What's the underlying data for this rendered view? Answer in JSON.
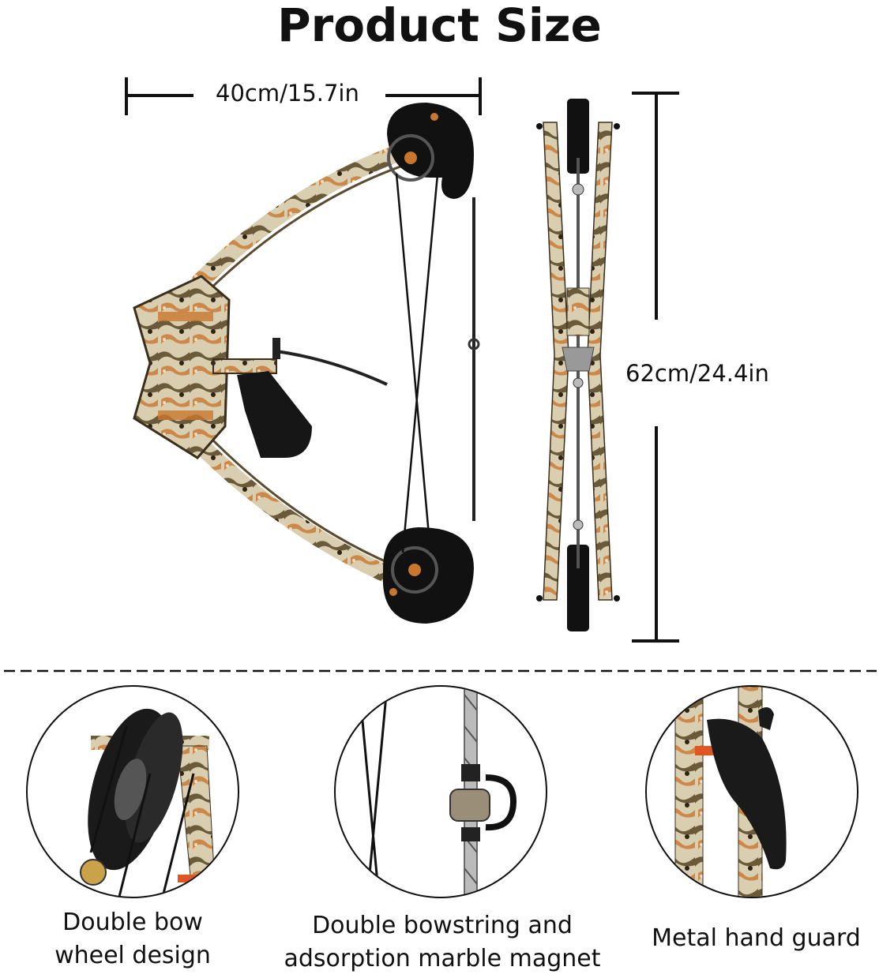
{
  "header": {
    "title": "Product Size"
  },
  "dimensions": {
    "width_label": "40cm/15.7in",
    "height_label": "62cm/24.4in"
  },
  "features": [
    {
      "caption_line1": "Double bow",
      "caption_line2": "wheel design",
      "icon": "bow-wheel-closeup"
    },
    {
      "caption_line1": "Double bowstring and",
      "caption_line2": "adsorption marble magnet",
      "icon": "bowstring-magnet-closeup"
    },
    {
      "caption_line1": "Metal hand guard",
      "caption_line2": "",
      "icon": "hand-guard-closeup"
    }
  ],
  "colors": {
    "camo_light": "#d9cfb0",
    "camo_dark": "#4a3b26",
    "camo_orange": "#c9772e",
    "wheel_black": "#111111",
    "text": "#111111"
  }
}
